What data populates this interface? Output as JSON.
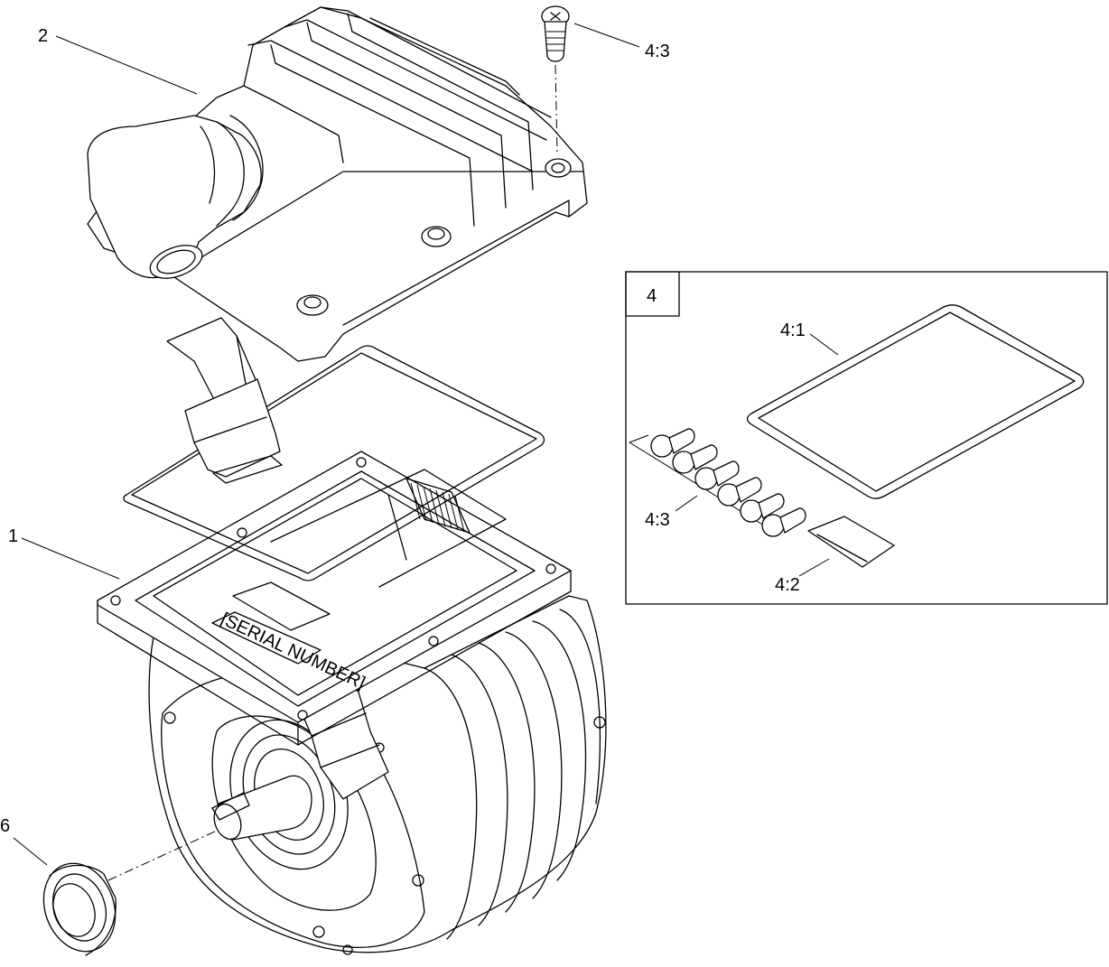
{
  "callouts": {
    "item_1": "1",
    "item_2": "2",
    "item_6": "6",
    "item_4_3_top": "4:3",
    "kit_box": "4",
    "kit_4_1": "4:1",
    "kit_4_2": "4:2",
    "kit_4_3": "4:3"
  },
  "nameplate": {
    "text": "[SERIAL NUMBER]"
  }
}
